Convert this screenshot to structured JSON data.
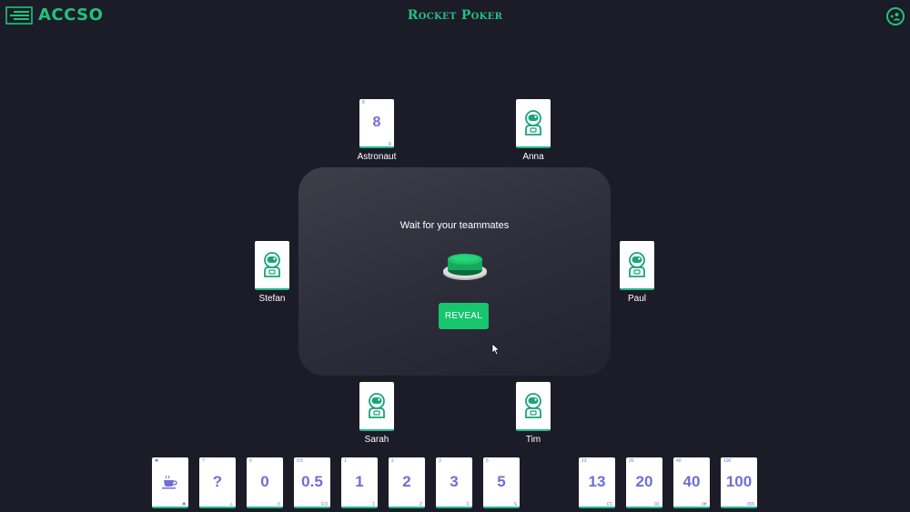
{
  "header": {
    "logo_text": "ACCSO",
    "title": "Rocket Poker"
  },
  "table": {
    "message": "Wait for your teammates",
    "reveal_label": "REVEAL"
  },
  "players": [
    {
      "name": "Astronaut",
      "card": "8",
      "revealed": true
    },
    {
      "name": "Anna",
      "revealed": false
    },
    {
      "name": "Stefan",
      "revealed": false
    },
    {
      "name": "Paul",
      "revealed": false
    },
    {
      "name": "Sarah",
      "revealed": false
    },
    {
      "name": "Tim",
      "revealed": false
    }
  ],
  "hand": [
    {
      "value": "coffee-icon",
      "corner": "☕"
    },
    {
      "value": "?",
      "corner": "?"
    },
    {
      "value": "0",
      "corner": "0"
    },
    {
      "value": "0.5",
      "corner": "0.5"
    },
    {
      "value": "1",
      "corner": "1"
    },
    {
      "value": "2",
      "corner": "2"
    },
    {
      "value": "3",
      "corner": "3"
    },
    {
      "value": "5",
      "corner": "5"
    },
    {
      "value": "13",
      "corner": "13"
    },
    {
      "value": "20",
      "corner": "20"
    },
    {
      "value": "40",
      "corner": "40"
    },
    {
      "value": "100",
      "corner": "100"
    }
  ],
  "colors": {
    "background": "#1b1c28",
    "accent": "#1fc47a",
    "card_text": "#6f6ed8",
    "reveal_button": "#17c56e"
  }
}
